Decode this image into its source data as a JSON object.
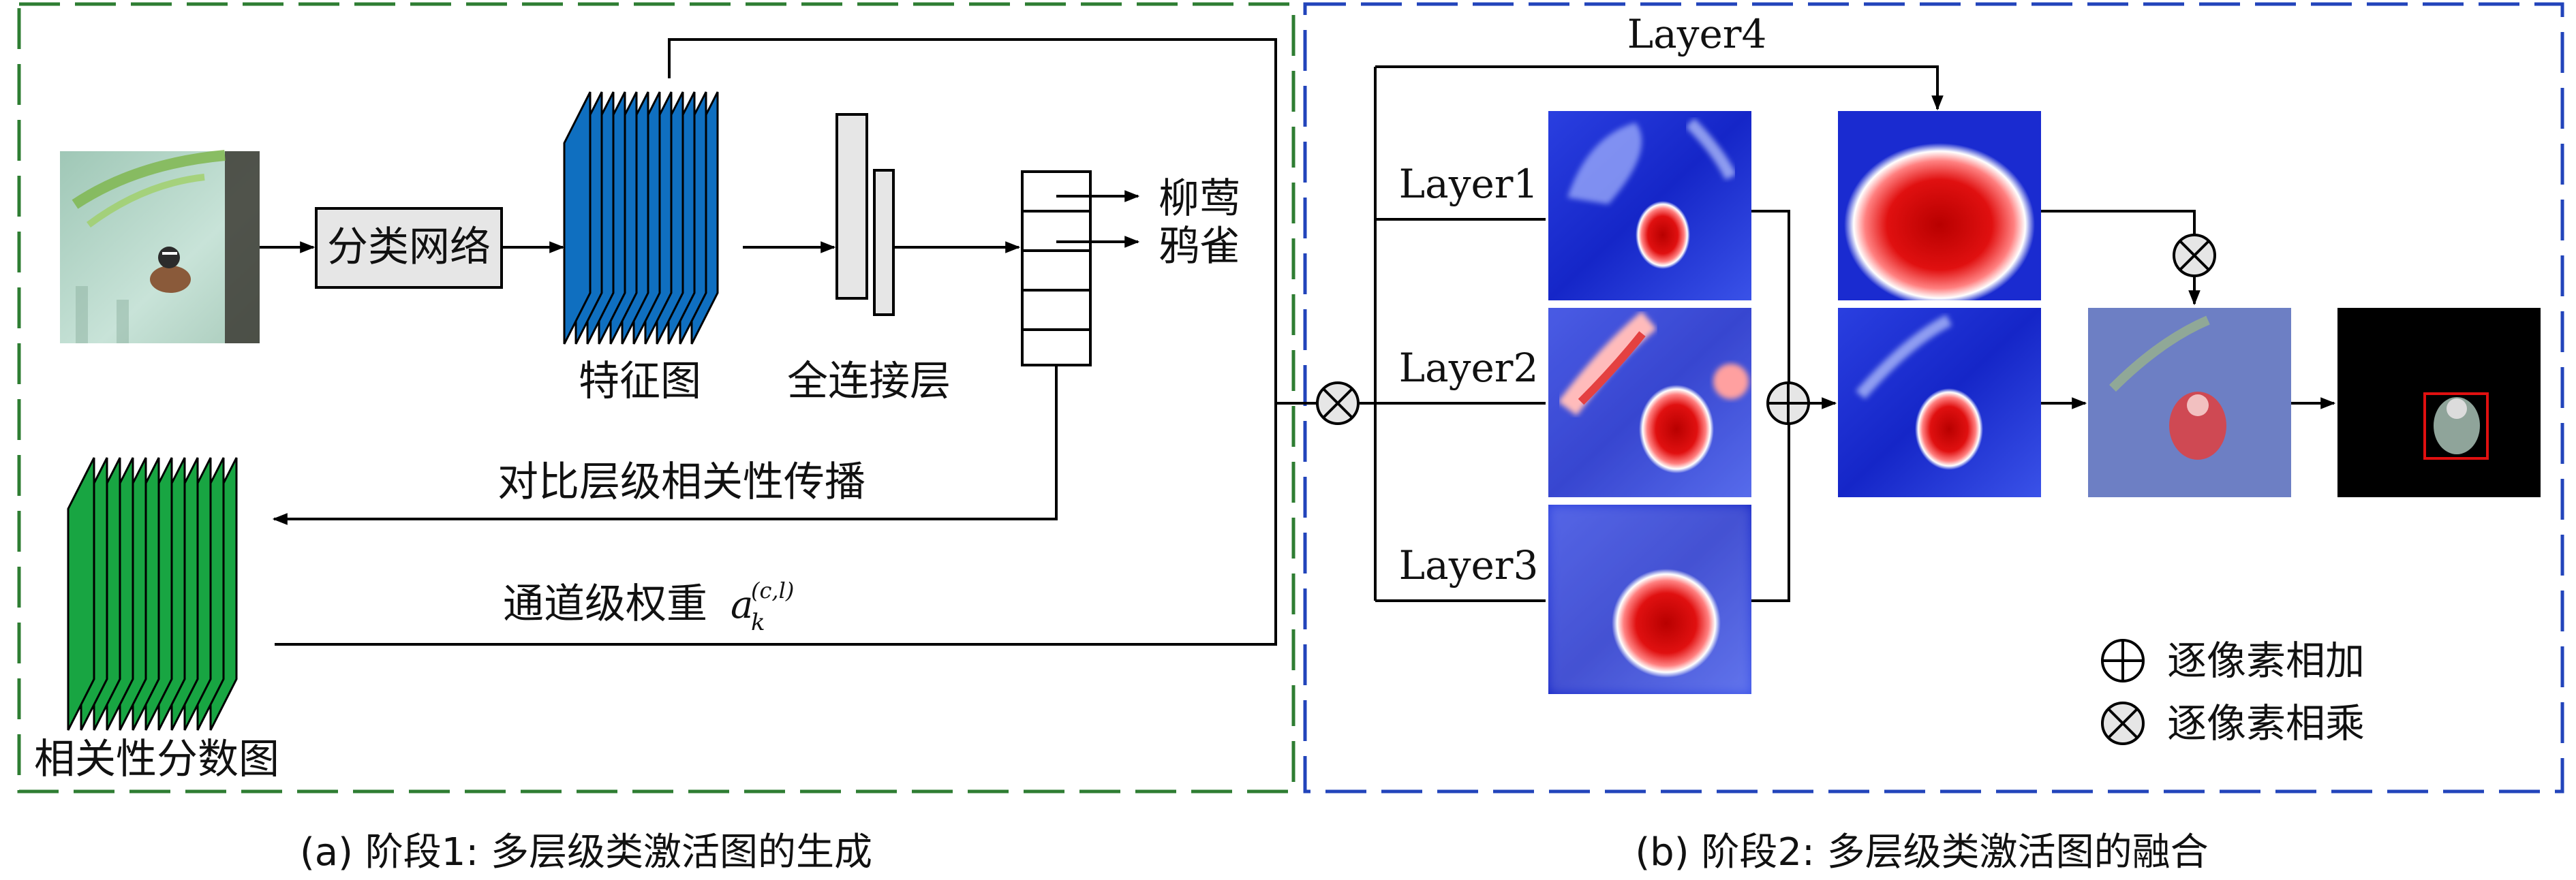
{
  "stage1": {
    "classifier_label": "分类网络",
    "feature_map_label": "特征图",
    "fc_label": "全连接层",
    "class_outputs": [
      "柳莺",
      "鸦雀"
    ],
    "propagation_label": "对比层级相关性传播",
    "weights_label": "通道级权重",
    "weights_symbol": "a",
    "weights_sub": "k",
    "weights_sup": "(c,l)",
    "relevance_label": "相关性分数图",
    "caption": "(a) 阶段1: 多层级类激活图的生成"
  },
  "stage2": {
    "layers": [
      "Layer1",
      "Layer2",
      "Layer3",
      "Layer4"
    ],
    "legend": [
      {
        "symbol": "plus",
        "label": "逐像素相加"
      },
      {
        "symbol": "times",
        "label": "逐像素相乘"
      }
    ],
    "caption": "(b) 阶段2: 多层级类激活图的融合"
  },
  "colors": {
    "feature_map": "#0f6fc0",
    "relevance_map": "#18a542",
    "stage1_border": "#2e7d32",
    "stage2_border": "#2244bb",
    "heat_low": "#1f33d6",
    "heat_high": "#c40a0a"
  }
}
